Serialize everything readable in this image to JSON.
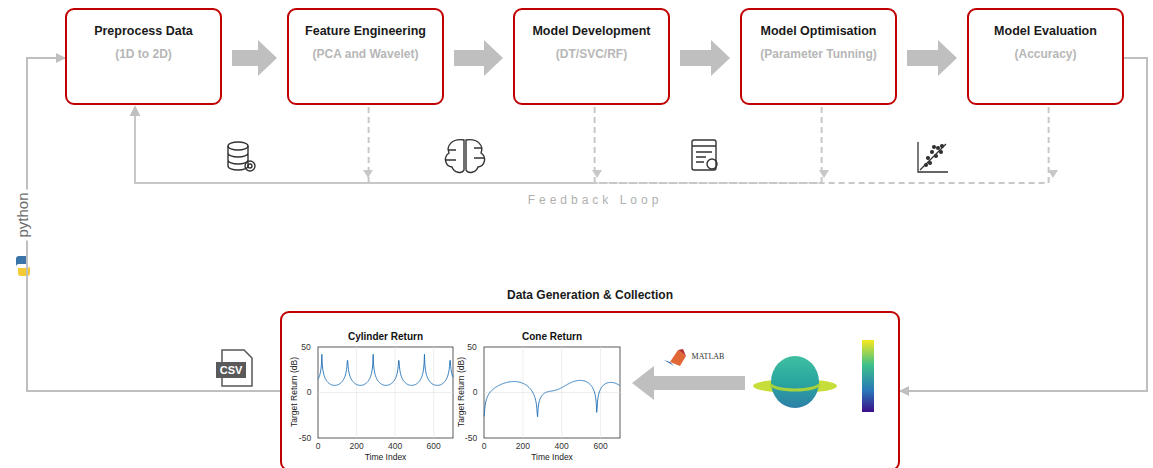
{
  "diagram": {
    "nodes": [
      {
        "text": [
          "Preprocess Data",
          "(1D to 2D)"
        ]
      },
      {
        "text": [
          "Feature Engineering",
          "(PCA and Wavelet)"
        ]
      },
      {
        "text": [
          "Model Development",
          "(DT/SVC/RF)"
        ]
      },
      {
        "text": [
          "Model Optimisation",
          "(Parameter Tunning)"
        ]
      },
      {
        "text": [
          "Model Evaluation",
          "(Accuracy)"
        ]
      },
      {
        "text": [
          "Data Generation & Collection"
        ]
      }
    ],
    "edges": [
      {
        "from": 0,
        "to": 1,
        "arrow": "to"
      },
      {
        "from": 1,
        "to": 2,
        "arrow": "to"
      },
      {
        "from": 2,
        "to": 3,
        "arrow": "to"
      },
      {
        "from": 3,
        "to": 4,
        "arrow": "to"
      },
      {
        "from": 1,
        "to": 0,
        "arrow": "to"
      },
      {
        "from": 2,
        "to": 0,
        "arrow": "to"
      },
      {
        "from": 3,
        "to": 0,
        "arrow": "to"
      },
      {
        "from": 4,
        "to": 0,
        "arrow": "to"
      },
      {
        "from": 4,
        "to": 5,
        "arrow": "to"
      },
      {
        "from": 5,
        "to": 0,
        "arrow": "to"
      }
    ],
    "labels": [
      "Feedback Loop",
      "python",
      "CSV",
      "Cylinder Return",
      "Target Return (dB)",
      "50",
      "0",
      "-50",
      "0",
      "200",
      "400",
      "600",
      "Time Index",
      "Cone Return",
      "Target Return (dB)",
      "50",
      "0",
      "-50",
      "0",
      "200",
      "400",
      "600",
      "Time Index",
      "MATLAB"
    ]
  }
}
